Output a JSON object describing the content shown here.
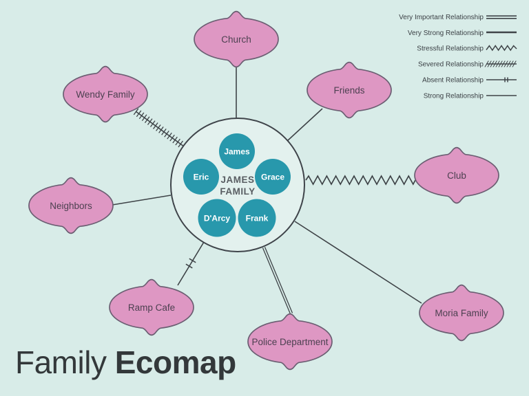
{
  "title": {
    "prefix": "Family ",
    "emphasis": "Ecomap"
  },
  "colors": {
    "background": "#d8ece8",
    "bubble_fill": "#de97c3",
    "bubble_stroke": "#6b5e72",
    "member_fill": "#2898ac",
    "center_fill": "#e3f1ee",
    "line": "#3e4347",
    "title_text": "#33383a"
  },
  "legend": {
    "items": [
      {
        "label": "Very Important Relationship",
        "style": "double-line"
      },
      {
        "label": "Very Strong Relationship",
        "style": "thick-line"
      },
      {
        "label": "Stressful Relationship",
        "style": "zigzag"
      },
      {
        "label": "Severed Relationship",
        "style": "hatched"
      },
      {
        "label": "Absent Relationship",
        "style": "tick-line"
      },
      {
        "label": "Strong Relationship",
        "style": "thin-line"
      }
    ]
  },
  "center": {
    "label_lines": [
      "JAMES",
      "FAMILY"
    ],
    "members": [
      {
        "name": "James"
      },
      {
        "name": "Eric"
      },
      {
        "name": "Grace"
      },
      {
        "name": "D'Arcy"
      },
      {
        "name": "Frank"
      }
    ]
  },
  "nodes": [
    {
      "label": "Church",
      "relationship": "strong"
    },
    {
      "label": "Wendy Family",
      "relationship": "severed"
    },
    {
      "label": "Friends",
      "relationship": "strong"
    },
    {
      "label": "Neighbors",
      "relationship": "strong"
    },
    {
      "label": "Club",
      "relationship": "stressful"
    },
    {
      "label": "Ramp Cafe",
      "relationship": "absent"
    },
    {
      "label": "Police Department",
      "relationship": "very-important"
    },
    {
      "label": "Moria Family",
      "relationship": "strong"
    }
  ]
}
